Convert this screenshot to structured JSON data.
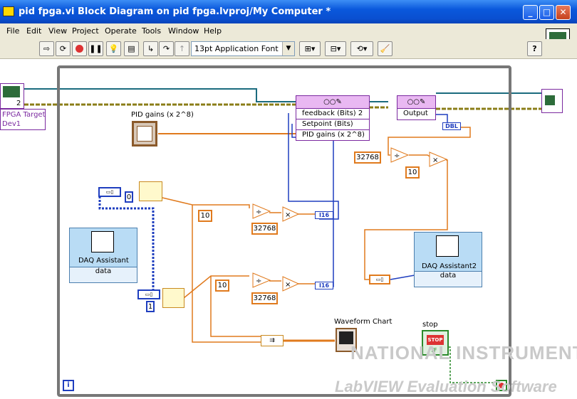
{
  "window": {
    "title": "pid fpga.vi Block Diagram on pid fpga.lvproj/My Computer *"
  },
  "menu": [
    "File",
    "Edit",
    "View",
    "Project",
    "Operate",
    "Tools",
    "Window",
    "Help"
  ],
  "toolbar": {
    "font_select": "13pt Application Font"
  },
  "diagram": {
    "fpga_target_label": "FPGA Target",
    "fpga_dev_label": "Dev1",
    "fpga_ref_num": "2",
    "pid_gains_label": "PID gains (x 2^8)",
    "fpga_node_rows": [
      "feedback (Bits) 2",
      "Setpoint (Bits)",
      "PID gains (x 2^8)"
    ],
    "output_row": "Output",
    "dbl_label": "DBL",
    "const_32768_a": "32768",
    "const_10_a": "10",
    "const_0": "0",
    "const_1": "1",
    "const_10_b": "10",
    "const_32768_b": "32768",
    "const_10_c": "10",
    "const_32768_c": "32768",
    "i16_a": "I16",
    "i16_b": "I16",
    "daq1_title": "DAQ Assistant",
    "daq1_data": "data",
    "daq2_title": "DAQ Assistant2",
    "daq2_data": "data",
    "waveform_chart_label": "Waveform Chart",
    "stop_label": "stop",
    "stop_button_text": "STOP",
    "stop_tf": "TF",
    "info_icon": "i"
  },
  "watermark": {
    "brand": "NATIONAL INSTRUMENTS",
    "edition": "LabVIEW Evaluation Software"
  },
  "colors": {
    "titlebar": "#0a58dc",
    "wire_orange": "#e07a1d",
    "wire_blue": "#1f3ebf",
    "wire_teal": "#1b6b7e",
    "wire_olive": "#8a7d17"
  }
}
